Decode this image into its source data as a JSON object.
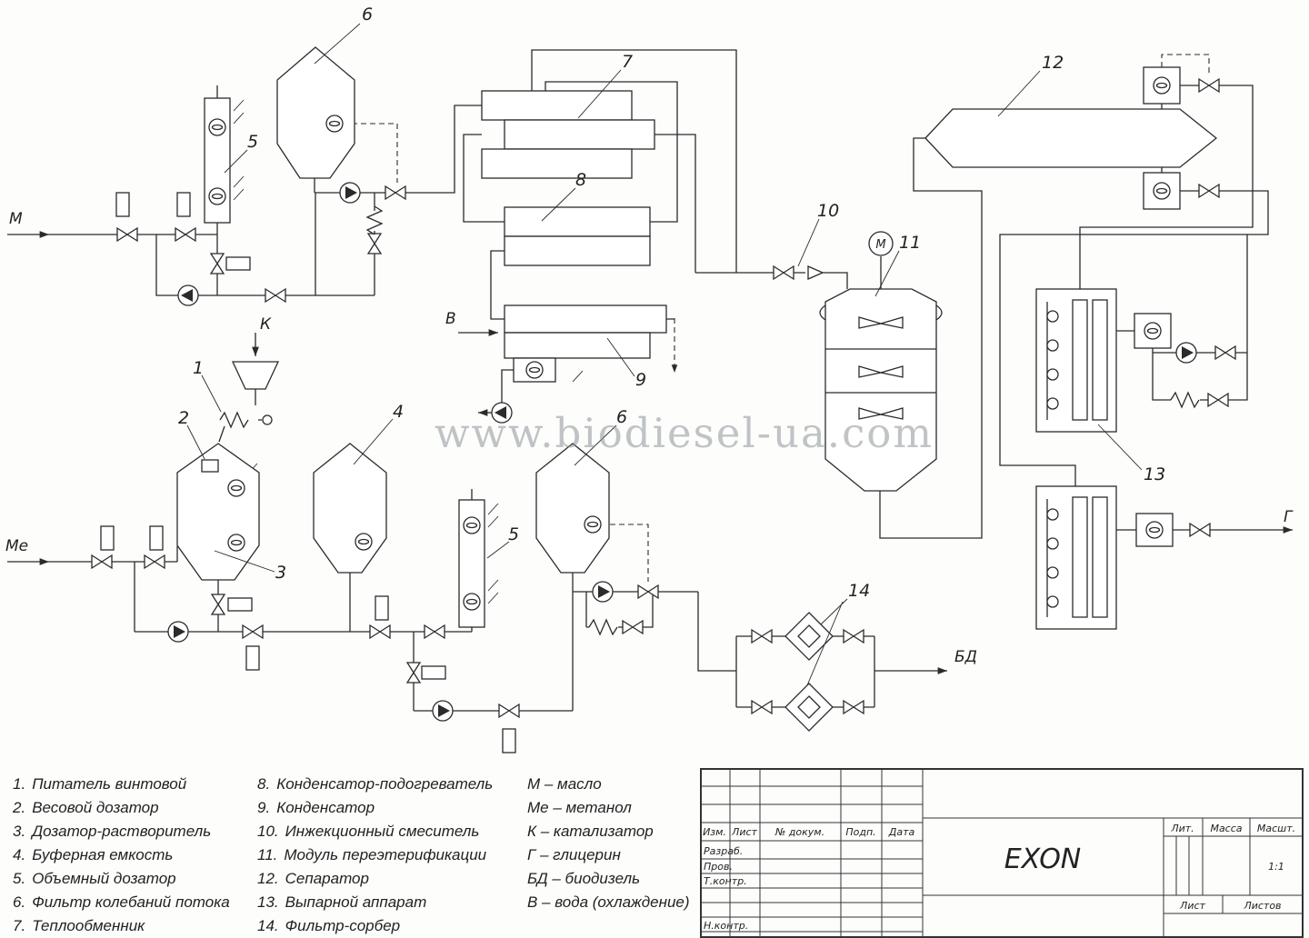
{
  "watermark": "www.biodiesel-ua.com",
  "streams": {
    "oil": "М",
    "methanol": "Ме",
    "catalyst": "К",
    "water": "В",
    "biodiesel": "БД",
    "glycerin": "Г",
    "motor": "М"
  },
  "callouts": {
    "c1": "1",
    "c2": "2",
    "c3": "3",
    "c4": "4",
    "c5": "5",
    "c6": "6",
    "c7": "7",
    "c8": "8",
    "c9": "9",
    "c10": "10",
    "c11": "11",
    "c12": "12",
    "c13": "13",
    "c14": "14"
  },
  "legend": {
    "col1": [
      {
        "num": "1.",
        "label": "Питатель винтовой"
      },
      {
        "num": "2.",
        "label": "Весовой дозатор"
      },
      {
        "num": "3.",
        "label": "Дозатор-растворитель"
      },
      {
        "num": "4.",
        "label": "Буферная емкость"
      },
      {
        "num": "5.",
        "label": "Объемный дозатор"
      },
      {
        "num": "6.",
        "label": "Фильтр колебаний потока"
      },
      {
        "num": "7.",
        "label": "Теплообменник"
      }
    ],
    "col2": [
      {
        "num": "8.",
        "label": "Конденсатор-подогреватель"
      },
      {
        "num": "9.",
        "label": "Конденсатор"
      },
      {
        "num": "10.",
        "label": "Инжекционный смеситель"
      },
      {
        "num": "11.",
        "label": "Модуль переэтерификации"
      },
      {
        "num": "12.",
        "label": "Сепаратор"
      },
      {
        "num": "13.",
        "label": "Выпарной аппарат"
      },
      {
        "num": "14.",
        "label": "Фильтр-сорбер"
      }
    ],
    "streams": [
      "М – масло",
      "Ме – метанол",
      "К – катализатор",
      "Г – глицерин",
      "БД – биодизель",
      "В – вода (охлаждение)"
    ]
  },
  "title_block": {
    "izm": "Изм.",
    "list": "Лист",
    "doc": "№ докум.",
    "podp": "Подп.",
    "data": "Дата",
    "razrab": "Разраб.",
    "prov": "Пров.",
    "tkontr": "Т.контр.",
    "nkontr": "Н.контр.",
    "company": "EXON",
    "lit": "Лит.",
    "massa": "Масса",
    "masshtab": "Масшт.",
    "scale": "1:1",
    "sheet": "Лист",
    "sheets": "Листов"
  }
}
